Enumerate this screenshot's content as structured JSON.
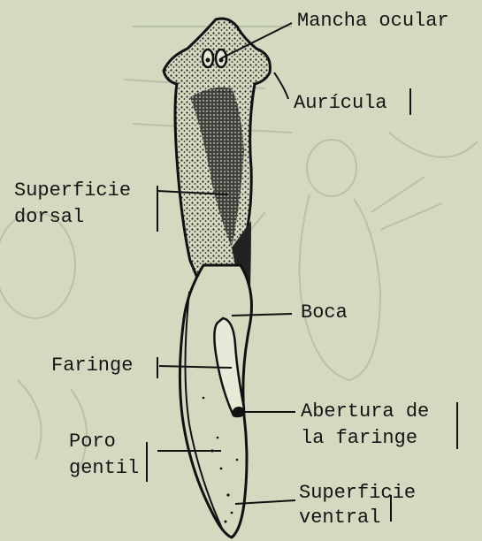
{
  "figure": {
    "labels": {
      "eye_spot": "Mancha ocular",
      "auricle": "Aurícula",
      "dorsal_surface": [
        "Superficie",
        "dorsal"
      ],
      "mouth": "Boca",
      "pharynx": "Faringe",
      "pharynx_opening": [
        "Abertura de",
        "la faringe"
      ],
      "genital_pore": [
        "Poro",
        "gentil"
      ],
      "ventral_surface": [
        "Superficie",
        "ventral"
      ]
    }
  },
  "colors": {
    "paper": "#d4dac0",
    "ink": "#141414",
    "bleed": "#b9c1a6"
  }
}
